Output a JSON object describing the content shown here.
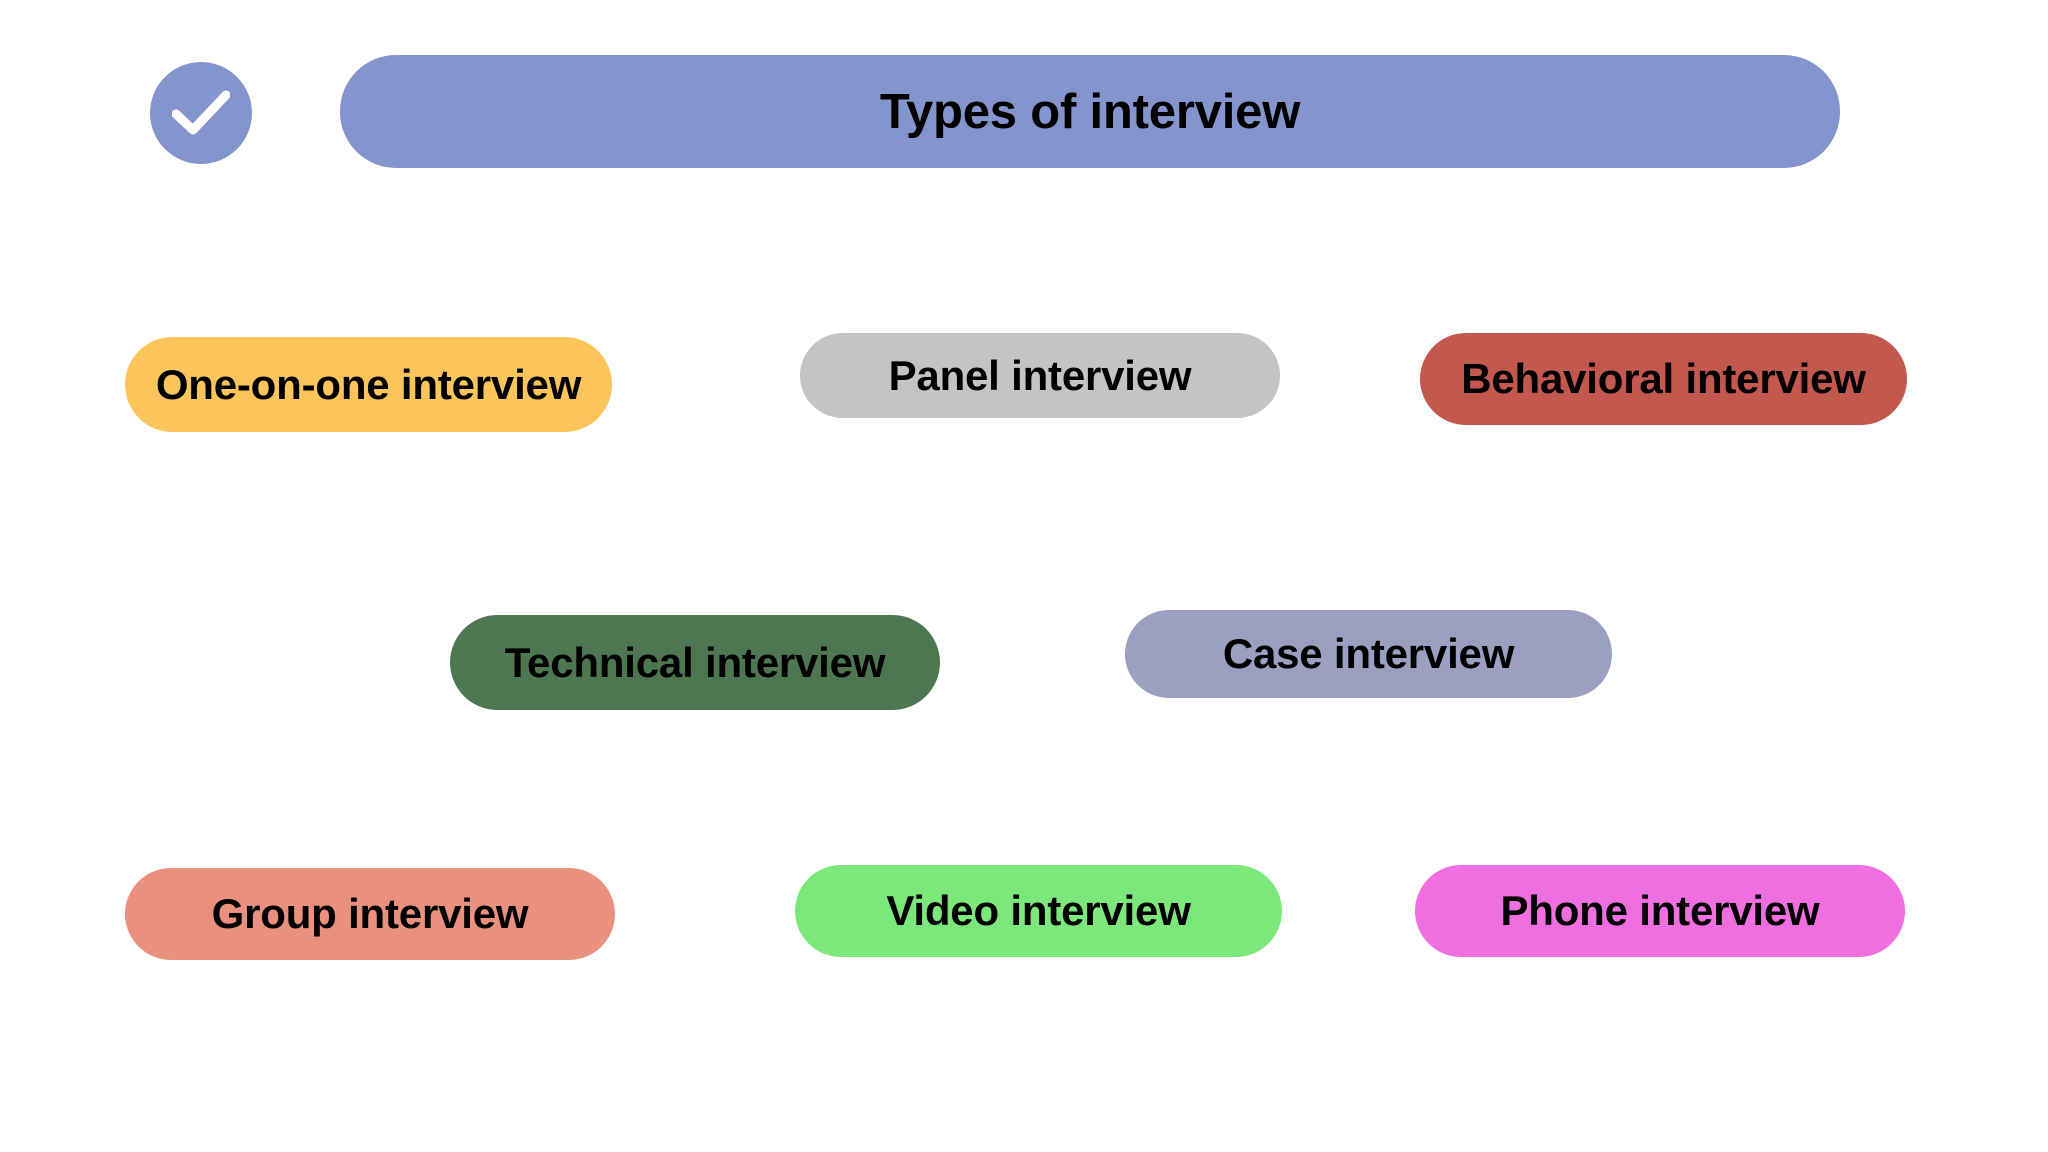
{
  "header": {
    "title": "Types of interview",
    "icon": "check-circle-icon",
    "bar_color": "#8495ce",
    "badge_color": "#8495ce",
    "text_color": "#000000"
  },
  "rows": [
    {
      "items": [
        {
          "label": "One-on-one interview",
          "color": "#fbc55b"
        },
        {
          "label": "Panel interview",
          "color": "#c4c4c4"
        },
        {
          "label": "Behavioral interview",
          "color": "#c2584e"
        }
      ]
    },
    {
      "items": [
        {
          "label": "Technical interview",
          "color": "#4d7750"
        },
        {
          "label": "Case interview",
          "color": "#9ba0c1"
        }
      ]
    },
    {
      "items": [
        {
          "label": "Group interview",
          "color": "#e9907f"
        },
        {
          "label": "Video interview",
          "color": "#7ce87c"
        },
        {
          "label": "Phone interview",
          "color": "#ef6fe0"
        }
      ]
    }
  ],
  "background_color": "#ffffff"
}
